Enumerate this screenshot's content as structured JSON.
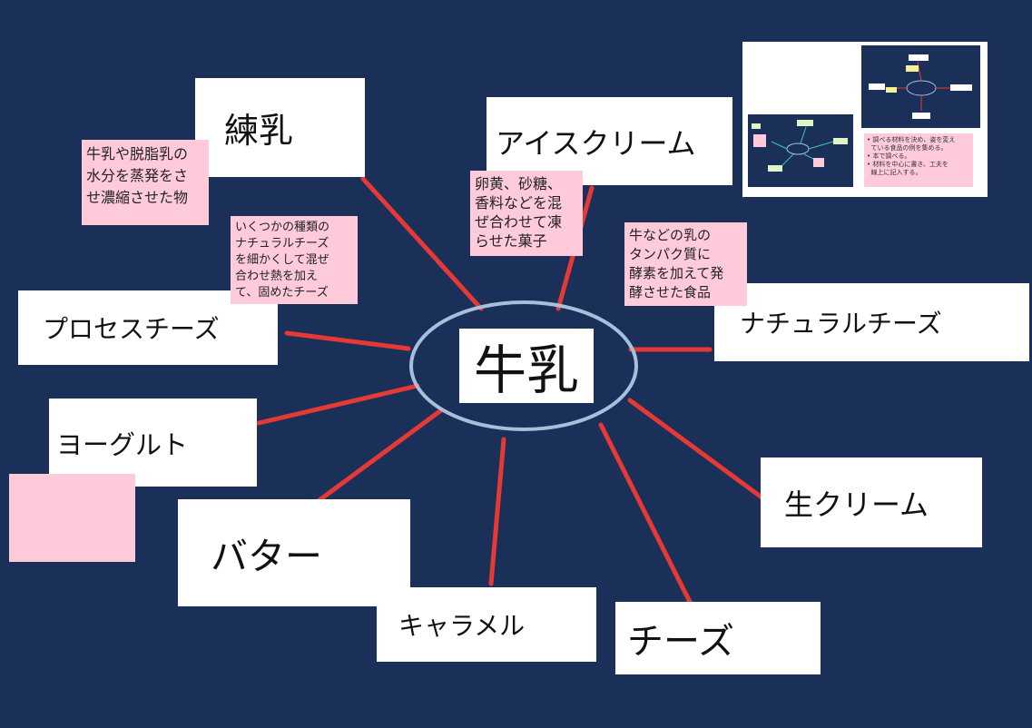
{
  "center": {
    "label": "牛乳"
  },
  "cards": {
    "renyu": "練乳",
    "icecream": "アイスクリーム",
    "process_cheese": "プロセスチーズ",
    "natural_cheese": "ナチュラルチーズ",
    "yogurt": "ヨーグルト",
    "butter": "バター",
    "caramel": "キャラメル",
    "cheese": "チーズ",
    "fresh_cream": "生クリーム"
  },
  "notes": {
    "renyu": "牛乳や脱脂乳の\n水分を蒸発をさ\nせ濃縮させた物",
    "icecream": "卵黄、砂糖、\n香料などを混\nぜ合わせて凍\nらせた菓子",
    "natural_cheese": "牛などの乳の\nタンパク質に\n酵素を加えて発\n酵させた食品",
    "process_cheese": "いくつかの種類の\nナチュラルチーズ\nを細かくして混ぜ\n合わせ熱を加え\nて、固めたチーズ"
  },
  "thumbnail": {
    "instructions": "• 調べる材料を決め、姿を変え\n  ている食品の例を集める。\n• 本で調べる。\n• 材料を中心に書き、工夫を\n  線上に記入する。"
  },
  "colors": {
    "background": "#1b3058",
    "line": "#e53935",
    "ellipse": "#a9bedb",
    "note": "#ffcad9",
    "card": "#ffffff"
  }
}
